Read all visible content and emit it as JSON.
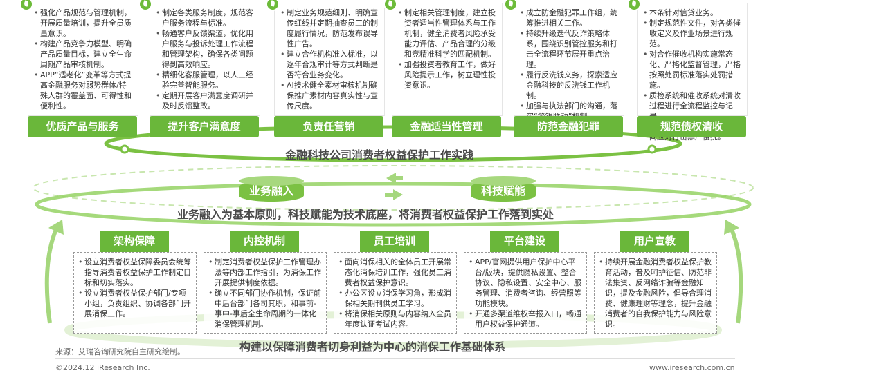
{
  "top_sections": [
    {
      "label": "优质产品与服务",
      "items": [
        "强化产品规范与管理机制，开展质量培训，提升全员质量意识。",
        "构建产品竞争力模型、明确产品质量目标，建立全生命周期产品审核机制。",
        "APP“适老化”变革等方式提高金融服务对弱势群体/特殊人群的覆盖面、可得性和便利性。"
      ]
    },
    {
      "label": "提升客户满意度",
      "items": [
        "制定各类服务制度，规范客户服务流程与标准。",
        "畅通客户反馈渠道，优化用户服务与投诉处理工作流程和管理架构，确保各类问题得到高效响应。",
        "精细化客服管理，以人工经验完善智能服务。",
        "定期开展客户满意度调研并及时反馈整改。"
      ]
    },
    {
      "label": "负责任营销",
      "items": [
        "制定业务规范细则、明确宣传红线并定期抽查员工的制度履行情况，防范发布误导性广告。",
        "建立合作机构准入标准，以逐年合规审计等方式判断是否符合业务变化。",
        "AI技术健全素材审核机制确保推广素材内容真实性与宣传尺度。"
      ]
    },
    {
      "label": "金融适当性管理",
      "items": [
        "制定相关管理制度，建立投资者适当性管理体系与工作机制，健全消费者风险承受能力评估、产品合理的分级和竞精准科学的匹配机制。",
        "加强投资者教育工作，做好风险提示工作，树立理性投资意识。"
      ]
    },
    {
      "label": "防范金融犯罪",
      "items": [
        "成立防金融犯罪工作组，统筹推进相关工作。",
        "持续升级迭代反诈策略体系，围绕识别管控服务和打击全流程环节展开重点治理。",
        "履行反洗钱义务，探索适应金融科技的反洗钱工作机制。",
        "加强与执法部门的沟通，落实“警银联动”机制。"
      ]
    },
    {
      "label": "规范债权清收",
      "items": [
        "本条针对信贷业务。",
        "制定规范性文件，对各类催收定义及作业场景进行规范。",
        "对合作催收机构实施常态化、严格化监督管理，严格按照处罚标准落实处罚措施。",
        "质检系统和催收系统对清收过程进行全流程监控与记录。",
        "加强警企联动、行业协同共同应对打击黑产侵扰。"
      ]
    }
  ],
  "practice_title": "金融科技公司消费者权益保护工作实践",
  "cylinders": [
    "业务融入",
    "科技赋能"
  ],
  "principle_text": "业务融入为基本原则，科技赋能为技术底座，将消费者权益保护工作落到实处",
  "bottom_sections": [
    {
      "label": "架构保障",
      "items": [
        "设立消费者权益保障委员会统筹指导消费者权益保护工作制定目标和切实落实。",
        "设立消费者权益保护部门/专项小组，负责组织、协调各部门开展消保工作。"
      ]
    },
    {
      "label": "内控机制",
      "items": [
        "制定消费者权益保护工作管理办法等内部工作指引，为消保工作开展提供制度依据。",
        "确立不同部门协作机制，保证前中后台部门各司其职，和事前-事中-事后全生命周期的一体化消保管理机制。"
      ]
    },
    {
      "label": "员工培训",
      "items": [
        "面向消保相关的全体员工开展常态化消保培训工作，强化员工消费者权益保护意识。",
        "办公区设立消保学习角，形成消保相关期刊供员工学习。",
        "将消保相关原则与内容纳入全员年度认证考试内容。"
      ]
    },
    {
      "label": "平台建设",
      "items": [
        "APP/官网提供用户保护中心平台/版块，提供隐私设置、整合协议、隐私设置、安全中心、服务管理、消费者咨询、经营照等功能模块。",
        "开通多渠道维权举报入口，畅通用户权益保护通道。"
      ]
    },
    {
      "label": "用户宣教",
      "items": [
        "持续开展金融消费者权益保护教育活动，普及呵护征信、防范非法集资、反网络诈骗等金融知识，提及金融风险，倡导合理消费、健康理财等理念，提升金融消费者的自我保护能力与风险意识。"
      ]
    }
  ],
  "foundation_title": "构建以保障消费者切身利益为中心的消保工作基础体系",
  "source": "来源：艾瑞咨询研究院自主研究绘制。",
  "copyright": "©2024.12 iResearch Inc.",
  "website": "www.iresearch.com.cn",
  "colors": {
    "green": "#6ab73a",
    "light_green": "#cfe8b8"
  }
}
